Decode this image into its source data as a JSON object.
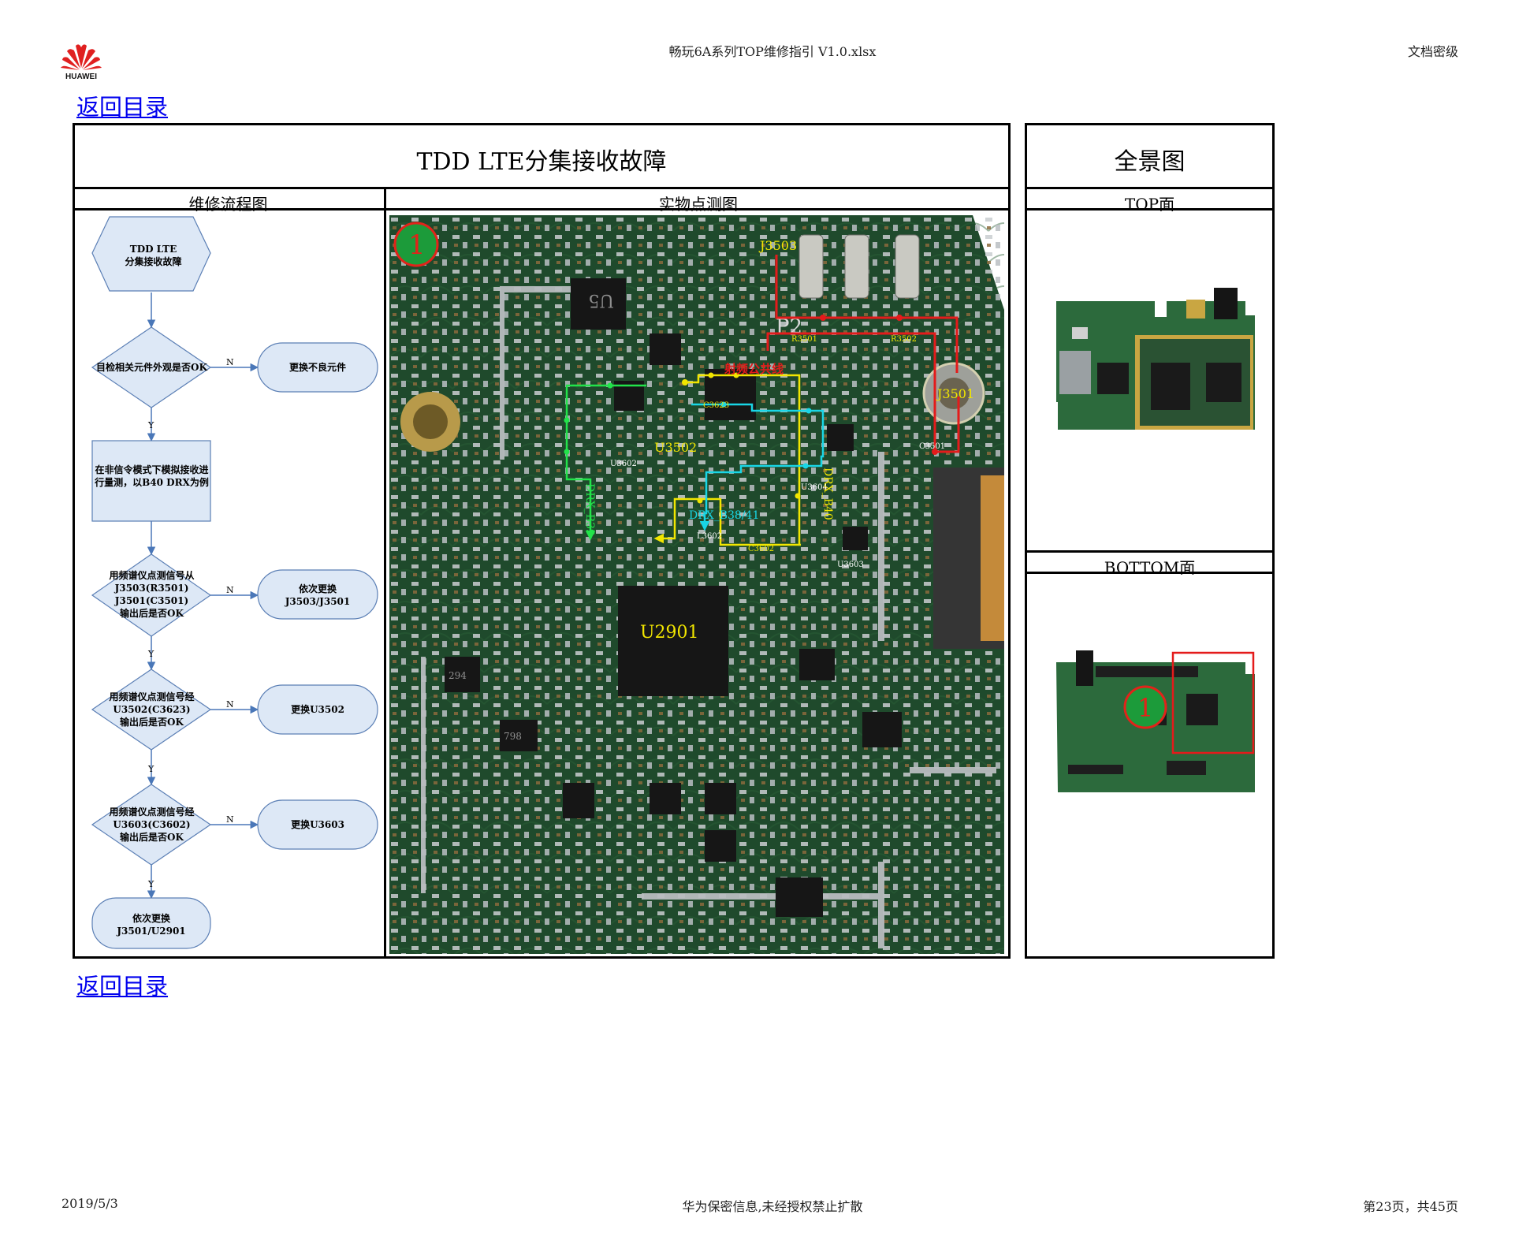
{
  "header": {
    "brand": "HUAWEI",
    "file_title": "畅玩6A系列TOP维修指引 V1.0.xlsx",
    "classification": "文档密级"
  },
  "nav": {
    "back_top": "返回目录",
    "back_bottom": "返回目录"
  },
  "main": {
    "title": "TDD LTE分集接收故障",
    "col_flow": "维修流程图",
    "col_photo": "实物点测图"
  },
  "side": {
    "title": "全景图",
    "top_label": "TOP面",
    "bottom_label": "BOTTOM面",
    "marker": "1"
  },
  "flow": {
    "start": "TDD LTE\n分集接收故障",
    "step1": "目检相关元件外观是否OK",
    "action1": "更换不良元件",
    "step2": "在非信令模式下模拟接收进行量测，以B40 DRX为例",
    "step3": "用频谱仪点测信号从\nJ3503(R3501)\nJ3501(C3501)\n输出后是否OK",
    "action3": "依次更换\nJ3503/J3501",
    "step4": "用频谱仪点测信号经\nU3502(C3623)\n输出后是否OK",
    "action4": "更换U3502",
    "step5": "用频谱仪点测信号经\nU3603(C3602)\n输出后是否OK",
    "action5": "更换U3603",
    "end": "依次更换\nJ3501/U2901",
    "yes": "Y",
    "no": "N"
  },
  "photo": {
    "marker": "1",
    "labels": {
      "j3503": "J3503",
      "j3501": "J3501",
      "r3501": "R3501",
      "r3502": "R3502",
      "c3501": "C3501",
      "p2": "P2",
      "rf_line": "射频公共线",
      "c3623": "C3623",
      "u3502": "U3502",
      "u3602": "U3602",
      "u3604": "U3604",
      "drx_b39": "DRX_B39",
      "drx_b40": "DRX_B40",
      "drx_b3841": "DRX_B38/41",
      "l3602": "L3602",
      "c3602": "C3602",
      "u3603": "U3603",
      "u2901": "U2901",
      "chip1": "U5",
      "chip2": "294",
      "chip3": "798"
    },
    "colors": {
      "board": "#1f4a2c",
      "red_path": "#e41b1b",
      "yellow_path": "#f2e600",
      "green_path": "#22e34a",
      "cyan_path": "#19d6e6"
    }
  },
  "footer": {
    "date": "2019/5/3",
    "confidential": "华为保密信息,未经授权禁止扩散",
    "page": "第23页，共45页"
  }
}
